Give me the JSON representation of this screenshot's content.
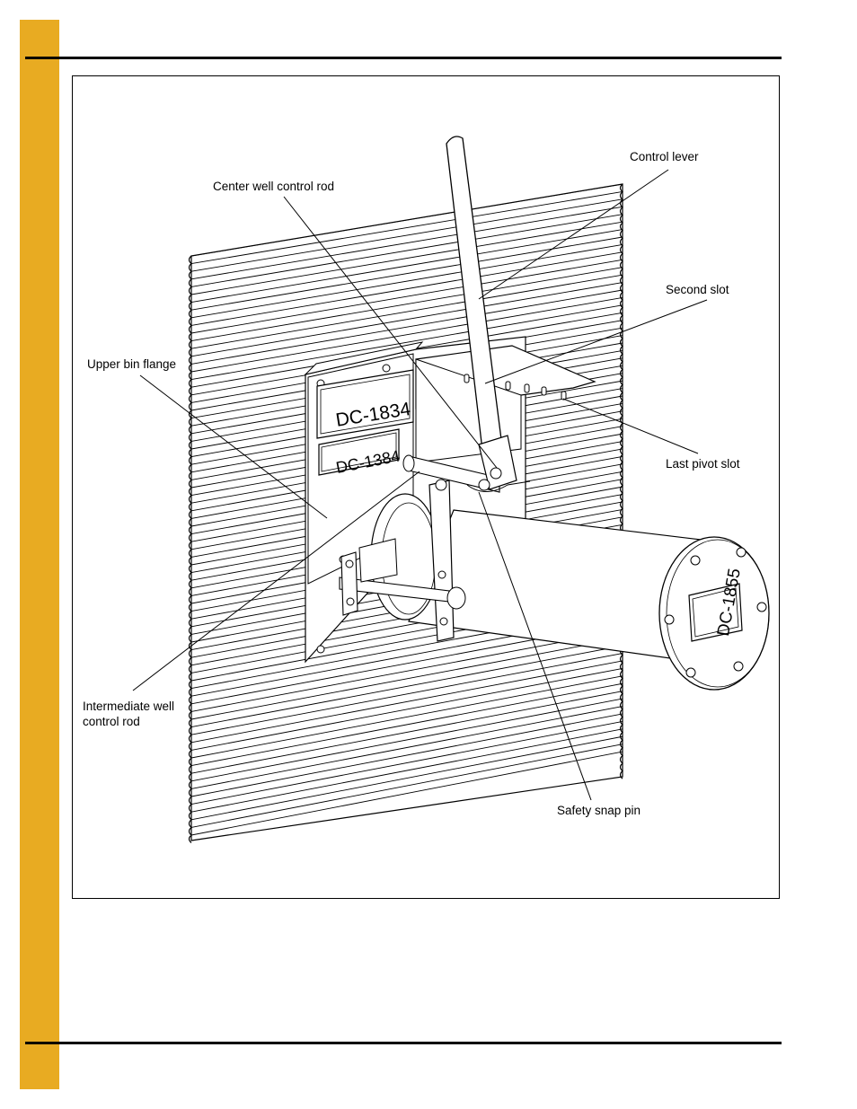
{
  "figure": {
    "callouts": {
      "control_lever": "Control lever",
      "center_well_rod": "Center well control rod",
      "second_slot": "Second slot",
      "upper_bin_flange": "Upper bin flange",
      "last_pivot_slot": "Last pivot slot",
      "intermediate_well_rod": "Intermediate well\ncontrol rod",
      "safety_snap_pin": "Safety snap pin"
    },
    "plates": {
      "upper": "DC-1834",
      "lower": "DC-1384",
      "tube_cap": "DC-1855"
    }
  },
  "colors": {
    "accent_tab": "#e8ab22",
    "line": "#000000"
  }
}
